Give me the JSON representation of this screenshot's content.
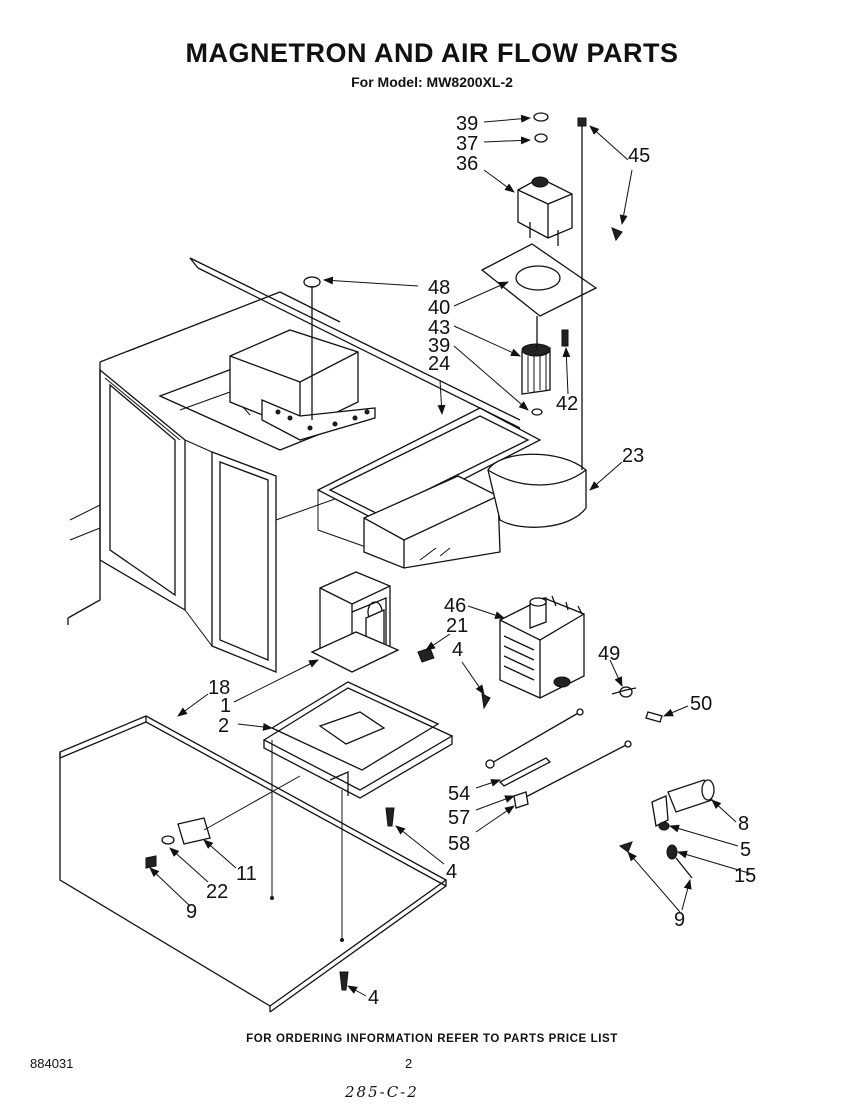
{
  "header": {
    "title": "MAGNETRON AND AIR FLOW PARTS",
    "subtitle": "For Model: MW8200XL-2"
  },
  "callouts": [
    "39",
    "37",
    "36",
    "45",
    "48",
    "40",
    "43",
    "39",
    "24",
    "42",
    "23",
    "46",
    "21",
    "4",
    "49",
    "50",
    "18",
    "1",
    "2",
    "54",
    "57",
    "58",
    "8",
    "5",
    "15",
    "11",
    "22",
    "9",
    "4",
    "9",
    "4"
  ],
  "footer": {
    "note": "FOR ORDERING INFORMATION REFER TO PARTS PRICE LIST",
    "doc_number": "884031",
    "page_number": "2",
    "handwritten": "285-C-2"
  }
}
